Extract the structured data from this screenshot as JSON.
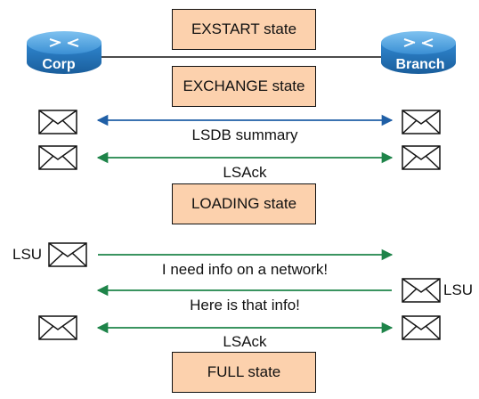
{
  "routers": {
    "left": {
      "label": "Corp"
    },
    "right": {
      "label": "Branch"
    }
  },
  "states": {
    "exstart": "EXSTART state",
    "exchange": "EXCHANGE state",
    "loading": "LOADING state",
    "full": "FULL state"
  },
  "messages": {
    "lsdb_summary": "LSDB summary",
    "lsack_1": "LSAck",
    "lsu_left": "LSU",
    "request": "I need info on a network!",
    "lsu_right": "LSU",
    "reply": "Here is that info!",
    "lsack_2": "LSAck"
  },
  "colors": {
    "state_fill": "#fcd1ad",
    "blue_arrow": "#1f5fa6",
    "green_arrow": "#1e8449",
    "router_body": "#3a8fd4"
  }
}
